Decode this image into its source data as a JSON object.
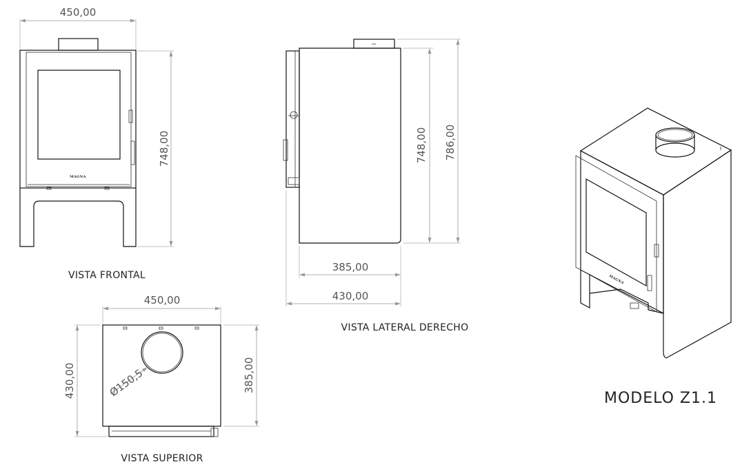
{
  "views": {
    "front": {
      "caption": "VISTA FRONTAL",
      "width_dim": "450,00",
      "height_dim": "748,00",
      "brand": "MAGNA"
    },
    "side": {
      "caption": "VISTA LATERAL DERECHO",
      "height_dim_a": "748,00",
      "height_dim_b": "786,00",
      "depth_dim_a": "385,00",
      "depth_dim_b": "430,00"
    },
    "top": {
      "caption": "VISTA SUPERIOR",
      "width_dim": "450,00",
      "depth_dim_a": "430,00",
      "depth_dim_b": "385,00",
      "flue_dim": "Ø150,5"
    },
    "iso": {
      "brand": "MAGNA"
    }
  },
  "model_label": "MODELO Z1.1",
  "colors": {
    "line": "#111111",
    "dimension": "#999999",
    "text": "#222222",
    "background": "#ffffff"
  }
}
